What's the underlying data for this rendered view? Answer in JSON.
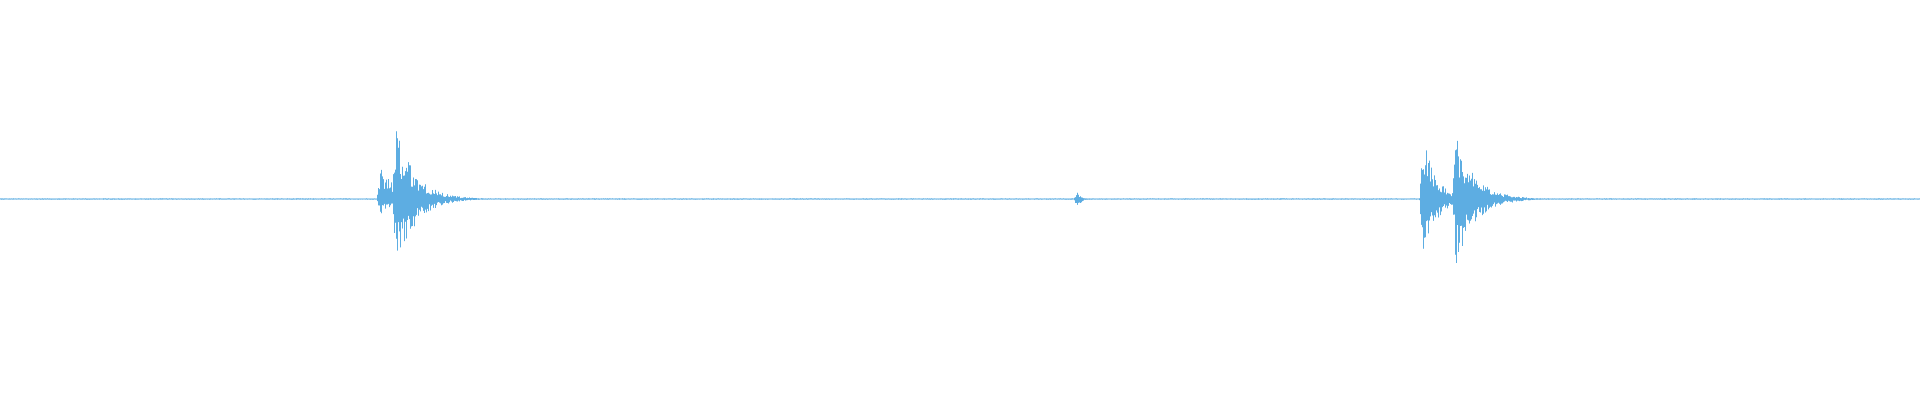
{
  "waveform": {
    "color": "#5dade2",
    "baseline_level": 0.004,
    "noise_level": 0.006,
    "events": [
      {
        "time": 0.198,
        "peak_pos": 0.5,
        "peak_neg": 0.22,
        "decay": 0.022
      },
      {
        "time": 0.206,
        "peak_pos": 0.99,
        "peak_neg": 0.98,
        "decay": 0.03
      },
      {
        "time": 0.23,
        "peak_pos": 0.06,
        "peak_neg": 0.06,
        "decay": 0.02
      },
      {
        "time": 0.561,
        "peak_pos": 0.1,
        "peak_neg": 0.12,
        "decay": 0.006
      },
      {
        "time": 0.741,
        "peak_pos": 0.85,
        "peak_neg": 0.85,
        "decay": 0.02
      },
      {
        "time": 0.758,
        "peak_pos": 0.88,
        "peak_neg": 0.92,
        "decay": 0.03
      }
    ]
  }
}
